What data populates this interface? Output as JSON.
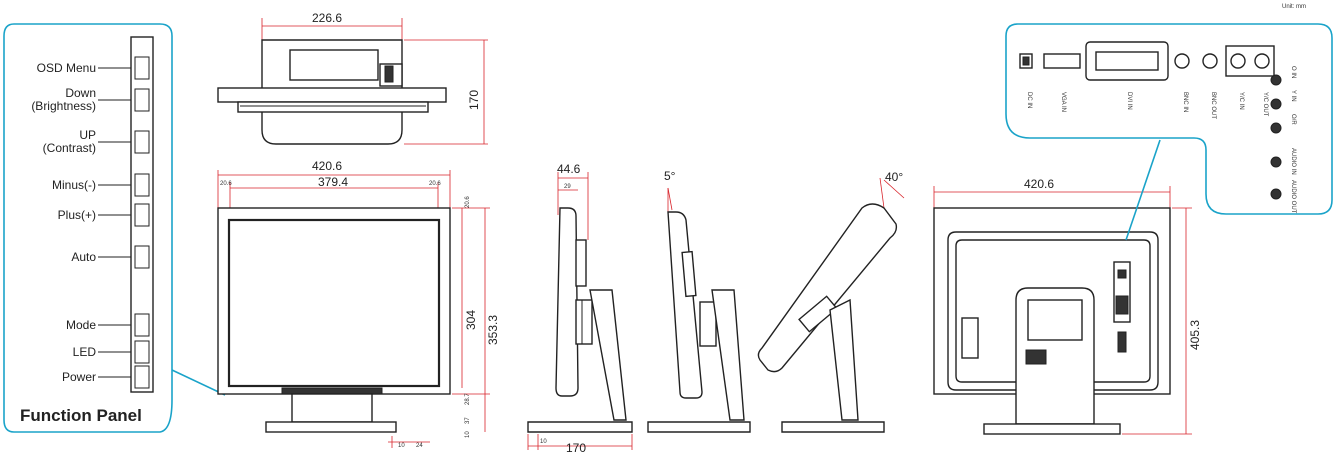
{
  "function_panel": {
    "title": "Function Panel",
    "buttons": [
      {
        "label": "OSD Menu"
      },
      {
        "label": "Down\n(Brightness)"
      },
      {
        "label": "UP\n(Contrast)"
      },
      {
        "label": "Minus(-)"
      },
      {
        "label": "Plus(+)"
      },
      {
        "label": "Auto"
      },
      {
        "label": "Mode"
      },
      {
        "label": "LED"
      },
      {
        "label": "Power"
      }
    ]
  },
  "top_view": {
    "width": "226.6",
    "depth": "170"
  },
  "front_view": {
    "overall_width": "420.6",
    "screen_width": "379.4",
    "bezel_left": "20.6",
    "bezel_right": "20.6",
    "bezel_top": "20.6",
    "screen_height": "304",
    "total_height": "353.3",
    "bottom_bezel": "28.7",
    "stand_height": "37",
    "base_gap": "10",
    "dims_bottom_1": "10",
    "dims_bottom_2": "24"
  },
  "side_view": {
    "depth_top": "44.6",
    "depth_panel": "29",
    "base_depth": "170",
    "base_offset": "10"
  },
  "tilt": {
    "forward": "5°",
    "backward": "40°"
  },
  "rear_view": {
    "width": "420.6",
    "height": "405.3"
  },
  "connector_panel": {
    "corner_label": "Unit: mm",
    "ports": [
      "DC IN",
      "VGA IN",
      "DVI IN",
      "BNC IN",
      "BNC OUT",
      "Y/C IN",
      "Y/C OUT"
    ],
    "audio": [
      "O IN",
      "Y IN",
      "O/R",
      "AUDIO IN",
      "AUDIO OUT"
    ]
  }
}
